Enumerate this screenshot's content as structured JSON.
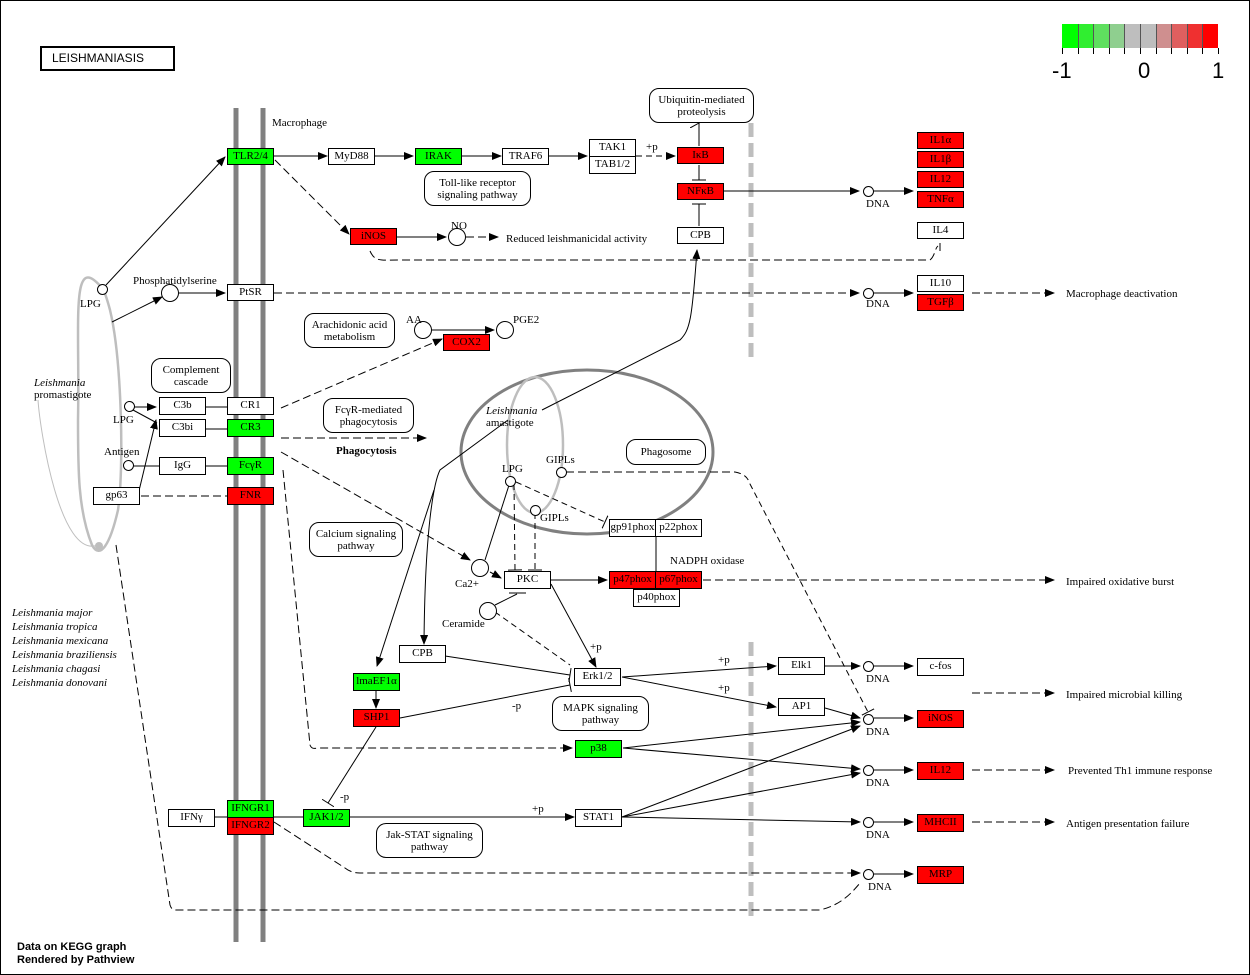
{
  "title": "LEISHMANIASIS",
  "footer": [
    "Data on KEGG graph",
    "Rendered by Pathview"
  ],
  "legend": {
    "min_label": "-1",
    "mid_label": "0",
    "max_label": "1",
    "colors": [
      "#00ff00",
      "#30ee30",
      "#5fdf5f",
      "#8fcf8f",
      "#bebebe",
      "#bebebe",
      "#cf8f8f",
      "#df5f5f",
      "#ef3030",
      "#ff0000"
    ]
  },
  "colors": {
    "up": "#ff0000",
    "down": "#00ff00",
    "none": "#ffffff",
    "membrane": "#808080",
    "nuclear_membrane": "#bebebe"
  },
  "labels": {
    "macrophage": "Macrophage",
    "promastigote_italic": "Leishmania",
    "promastigote": "promastigote",
    "amastigote_italic": "Leishmania",
    "amastigote": "amastigote",
    "species": [
      "Leishmania major",
      "Leishmania tropica",
      "Leishmania mexicana",
      "Leishmania braziliensis",
      "Leishmania chagasi",
      "Leishmania donovani"
    ],
    "phagocytosis": "Phagocytosis",
    "nadph_oxidase": "NADPH oxidase",
    "reduced_activity": "Reduced leishmanicidal activity",
    "macrophage_deactivation": "Macrophage deactivation",
    "impaired_oxidative_burst": "Impaired oxidative burst",
    "impaired_microbial_killing": "Impaired microbial killing",
    "prevented_th1": "Prevented Th1 immune response",
    "antigen_failure": "Antigen presentation failure",
    "phosphatidylserine": "Phosphatidylserine",
    "lpg1": "LPG",
    "lpg2": "LPG",
    "lpg3": "LPG",
    "antigen": "Antigen",
    "no": "NO",
    "aa": "AA",
    "pge2": "PGE2",
    "gipls1": "GIPLs",
    "gipls2": "GIPLs",
    "ca": "Ca2+",
    "ceramide": "Ceramide",
    "dna": "DNA",
    "plus_p": "+p",
    "minus_p": "-p"
  },
  "maps": {
    "toll": "Toll-like receptor\nsignaling pathway",
    "ubiquitin": "Ubiquitin-mediated\nproteolysis",
    "arachidonic": "Arachidonic acid\nmetabolism",
    "complement": "Complement\ncascade",
    "fcgr": "FcγR-mediated\nphagocytosis",
    "phagosome": "Phagosome",
    "calcium": "Calcium signaling\npathway",
    "mapk": "MAPK signaling\npathway",
    "jakstat": "Jak-STAT signaling\npathway"
  },
  "genes": {
    "tlr24": {
      "label": "TLR2/4",
      "state": "down"
    },
    "myd88": {
      "label": "MyD88",
      "state": "none"
    },
    "irak": {
      "label": "IRAK",
      "state": "down"
    },
    "traf6": {
      "label": "TRAF6",
      "state": "none"
    },
    "tak1": {
      "label": "TAK1",
      "state": "none"
    },
    "tab12": {
      "label": "TAB1/2",
      "state": "none"
    },
    "ikb": {
      "label": "IκB",
      "state": "up"
    },
    "nfkb": {
      "label": "NFκB",
      "state": "up"
    },
    "cpb1": {
      "label": "CPB",
      "state": "none"
    },
    "inos1": {
      "label": "iNOS",
      "state": "up"
    },
    "il1a": {
      "label": "IL1α",
      "state": "up"
    },
    "il1b": {
      "label": "IL1β",
      "state": "up"
    },
    "il12a": {
      "label": "IL12",
      "state": "up"
    },
    "tnfa": {
      "label": "TNFα",
      "state": "up"
    },
    "il4": {
      "label": "IL4",
      "state": "none"
    },
    "il10": {
      "label": "IL10",
      "state": "none"
    },
    "tgfb": {
      "label": "TGFβ",
      "state": "up"
    },
    "ptsr": {
      "label": "PtSR",
      "state": "none"
    },
    "cox2": {
      "label": "COX2",
      "state": "up"
    },
    "c3b": {
      "label": "C3b",
      "state": "none"
    },
    "c3bi": {
      "label": "C3bi",
      "state": "none"
    },
    "cr1": {
      "label": "CR1",
      "state": "none"
    },
    "cr3": {
      "label": "CR3",
      "state": "down"
    },
    "igg": {
      "label": "IgG",
      "state": "none"
    },
    "fcgr": {
      "label": "FcγR",
      "state": "down"
    },
    "gp63": {
      "label": "gp63",
      "state": "none"
    },
    "fnr": {
      "label": "FNR",
      "state": "up"
    },
    "gp91": {
      "label": "gp91phox",
      "state": "none"
    },
    "p22": {
      "label": "p22phox",
      "state": "none"
    },
    "p47": {
      "label": "p47phox",
      "state": "up"
    },
    "p67": {
      "label": "p67phox",
      "state": "up"
    },
    "p40": {
      "label": "p40phox",
      "state": "none"
    },
    "pkc": {
      "label": "PKC",
      "state": "none"
    },
    "cpb2": {
      "label": "CPB",
      "state": "none"
    },
    "lmaef1a": {
      "label": "lmaEF1α",
      "state": "down"
    },
    "shp1": {
      "label": "SHP1",
      "state": "up"
    },
    "erk12": {
      "label": "Erk1/2",
      "state": "none"
    },
    "elk1": {
      "label": "Elk1",
      "state": "none"
    },
    "ap1": {
      "label": "AP1",
      "state": "none"
    },
    "p38": {
      "label": "p38",
      "state": "down"
    },
    "cfos": {
      "label": "c-fos",
      "state": "none"
    },
    "inos2": {
      "label": "iNOS",
      "state": "up"
    },
    "il12b": {
      "label": "IL12",
      "state": "up"
    },
    "mhcii": {
      "label": "MHCII",
      "state": "up"
    },
    "mrp": {
      "label": "MRP",
      "state": "up"
    },
    "ifng": {
      "label": "IFNγ",
      "state": "none"
    },
    "ifngr1": {
      "label": "IFNGR1",
      "state": "down"
    },
    "ifngr2": {
      "label": "IFNGR2",
      "state": "up"
    },
    "jak12": {
      "label": "JAK1/2",
      "state": "down"
    },
    "stat1": {
      "label": "STAT1",
      "state": "none"
    }
  }
}
